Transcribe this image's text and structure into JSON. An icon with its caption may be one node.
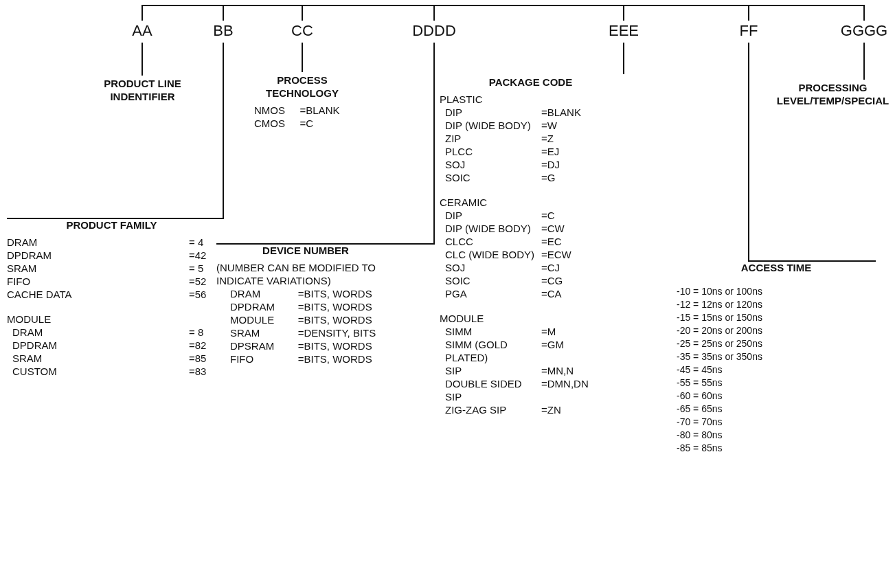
{
  "diagram": {
    "nodes": [
      {
        "text": [
          "AA"
        ]
      },
      {
        "text": [
          "BB"
        ]
      },
      {
        "text": [
          "CC"
        ]
      },
      {
        "text": [
          "DDDD"
        ]
      },
      {
        "text": [
          "EEE"
        ]
      },
      {
        "text": [
          "FF"
        ]
      },
      {
        "text": [
          "GGGG"
        ]
      },
      {
        "text": [
          "PRODUCT LINE INDENTIFIER"
        ]
      },
      {
        "text": [
          "PRODUCT FAMILY",
          "DRAM",
          "= 4",
          "DPDRAM",
          "=42",
          "SRAM",
          "= 5",
          "FIFO",
          "=52",
          "CACHE DATA",
          "=56",
          "MODULE",
          "DRAM",
          "= 8",
          "DPDRAM",
          "=82",
          "SRAM",
          "=85",
          "CUSTOM",
          "=83"
        ]
      },
      {
        "text": [
          "PROCESS TECHNOLOGY",
          "NMOS",
          "=BLANK",
          "CMOS",
          "=C"
        ]
      },
      {
        "text": [
          "DEVICE NUMBER",
          "(NUMBER CAN BE MODIFIED TO INDICATE VARIATIONS)",
          "DRAM",
          "=BITS, WORDS",
          "DPDRAM",
          "=BITS, WORDS",
          "MODULE",
          "=BITS, WORDS",
          "SRAM",
          "=DENSITY, BITS",
          "DPSRAM",
          "=BITS, WORDS",
          "FIFO",
          "=BITS, WORDS"
        ]
      },
      {
        "text": [
          "PACKAGE CODE",
          "PLASTIC",
          "DIP",
          "=BLANK",
          "DIP (WIDE BODY)",
          "=W",
          "ZIP",
          "=Z",
          "PLCC",
          "=EJ",
          "SOJ",
          "=DJ",
          "SOIC",
          "=G",
          "CERAMIC",
          "DIP",
          "=C",
          "DIP (WIDE BODY)",
          "=CW",
          "CLCC",
          "=EC",
          "CLC (WIDE BODY)",
          "=ECW",
          "SOJ",
          "=CJ",
          "SOIC",
          "=CG",
          "PGA",
          "=CA",
          "MODULE",
          "SIMM",
          "=M",
          "SIMM (GOLD PLATED)",
          "=GM",
          "SIP",
          "=MN,N",
          "DOUBLE SIDED SIP",
          "=DMN,DN",
          "ZIG-ZAG SIP",
          "=ZN"
        ]
      },
      {
        "text": [
          "ACCESS TIME",
          "-10 = 10ns or 100ns",
          "-12 = 12ns or 120ns",
          "-15 = 15ns or 150ns",
          "-20 = 20ns or 200ns",
          "-25 = 25ns or 250ns",
          "-35 = 35ns or 350ns",
          "-45 = 45ns",
          "-55 = 55ns",
          "-60 = 60ns",
          "-65 = 65ns",
          "-70 = 70ns",
          "-80 = 80ns",
          "-85 = 85ns"
        ]
      },
      {
        "text": [
          "PROCESSING LEVEL/TEMP/SPECIAL"
        ]
      }
    ],
    "edges": [
      {
        "from": 0,
        "to": 7,
        "arrow": "none"
      },
      {
        "from": 1,
        "to": 8,
        "arrow": "none"
      },
      {
        "from": 2,
        "to": 9,
        "arrow": "none"
      },
      {
        "from": 3,
        "to": 10,
        "arrow": "none"
      },
      {
        "from": 4,
        "to": 11,
        "arrow": "none"
      },
      {
        "from": 5,
        "to": 12,
        "arrow": "none"
      },
      {
        "from": 6,
        "to": 13,
        "arrow": "none"
      }
    ]
  }
}
